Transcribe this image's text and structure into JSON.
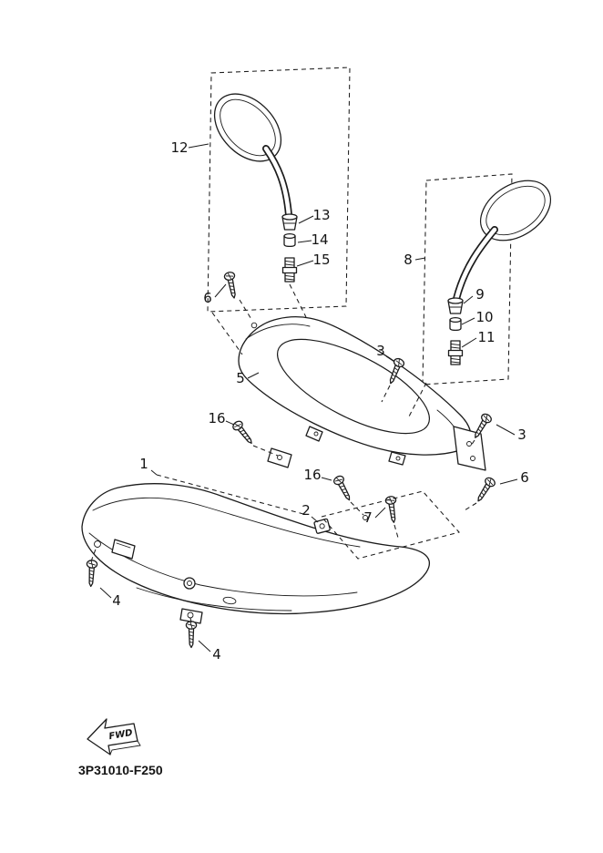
{
  "colors": {
    "line": "#1c1c1c",
    "background": "#ffffff"
  },
  "diagram": {
    "code": "3P31010-F250",
    "fwd": "FWD",
    "callouts": [
      {
        "label": "12"
      },
      {
        "label": "13"
      },
      {
        "label": "14"
      },
      {
        "label": "15"
      },
      {
        "label": "8"
      },
      {
        "label": "9"
      },
      {
        "label": "10"
      },
      {
        "label": "11"
      },
      {
        "label": "6"
      },
      {
        "label": "5"
      },
      {
        "label": "3"
      },
      {
        "label": "16"
      },
      {
        "label": "3"
      },
      {
        "label": "16"
      },
      {
        "label": "6"
      },
      {
        "label": "1"
      },
      {
        "label": "7"
      },
      {
        "label": "2"
      },
      {
        "label": "4"
      },
      {
        "label": "4"
      }
    ]
  }
}
